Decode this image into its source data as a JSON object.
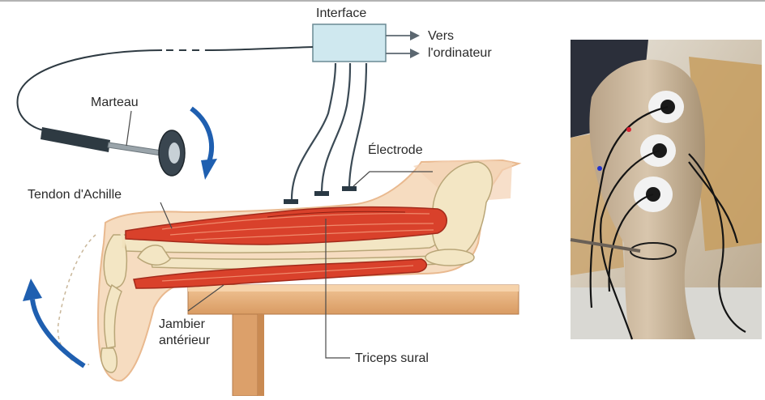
{
  "labels": {
    "interface": "Interface",
    "to_computer_line1": "Vers",
    "to_computer_line2": "l'ordinateur",
    "hammer": "Marteau",
    "electrode": "Électrode",
    "achilles_tendon": "Tendon d'Achille",
    "tibialis_line1": "Jambier",
    "tibialis_line2": "antérieur",
    "triceps": "Triceps sural"
  },
  "colors": {
    "muscle": "#d9412b",
    "muscle_stripe": "#f08a6c",
    "skin": "#f6dcc0",
    "bone": "#f3e6c4",
    "interface_box": "#cfe8ef",
    "arrow_blue": "#1f5fb0",
    "table_wood": "#e7b27e"
  }
}
